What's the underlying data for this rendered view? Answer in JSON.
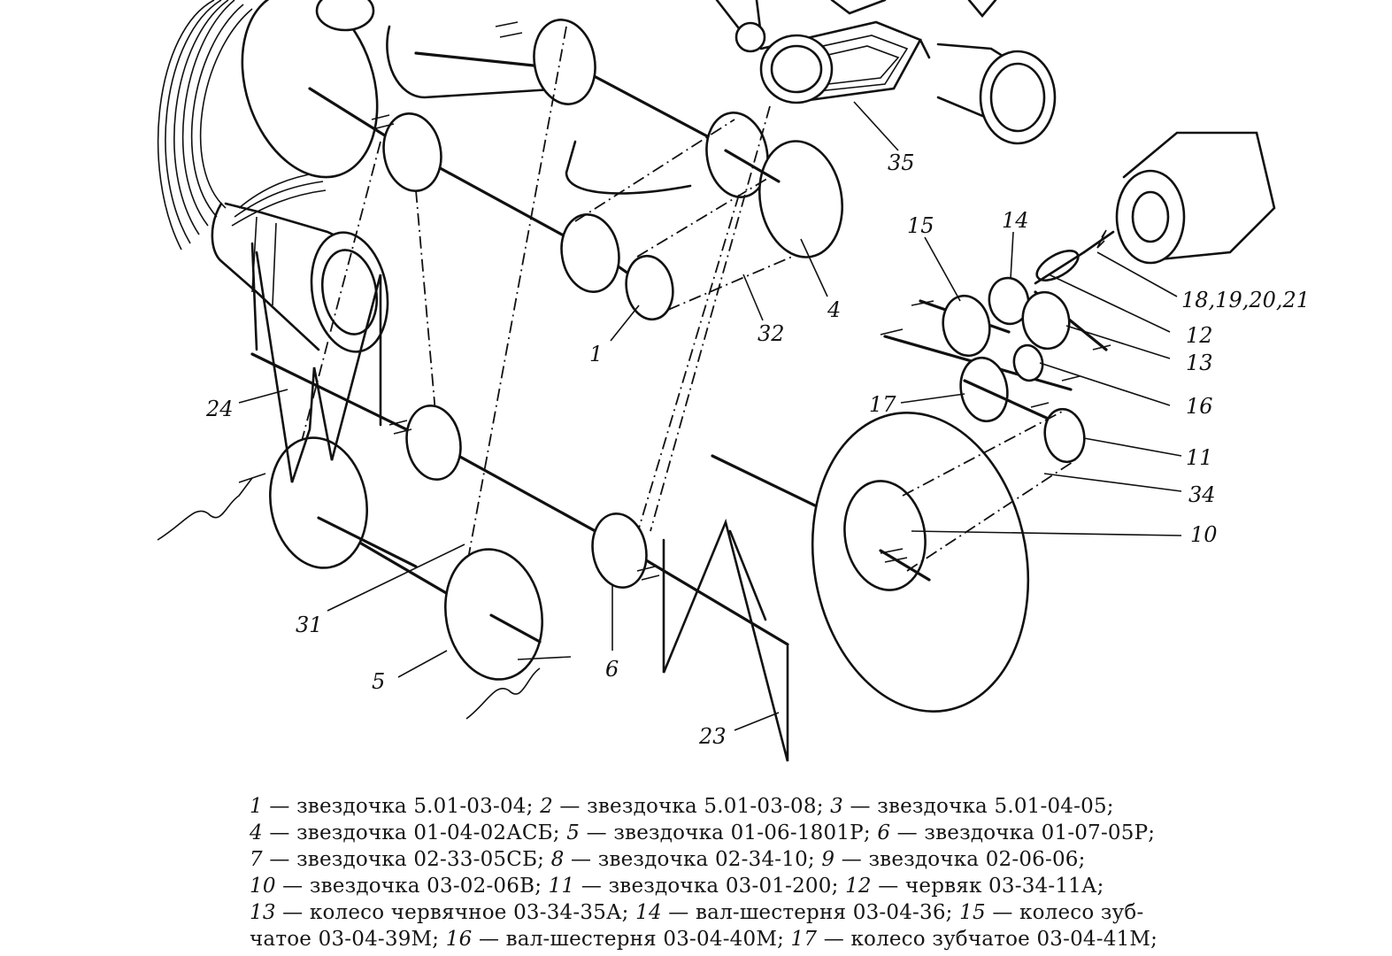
{
  "labels": {
    "l1": "1",
    "l4": "4",
    "l5": "5",
    "l6": "6",
    "l10": "10",
    "l11": "11",
    "l12": "12",
    "l13": "13",
    "l14": "14",
    "l15": "15",
    "l16": "16",
    "l17": "17",
    "l18": "18,19,20,21",
    "l23": "23",
    "l24": "24",
    "l31": "31",
    "l32": "32",
    "l34": "34",
    "l35": "35"
  },
  "legend": {
    "lines": [
      [
        {
          "n": "1",
          "t": " — звездочка 5.01-03-04; "
        },
        {
          "n": "2",
          "t": " — звездочка 5.01-03-08; "
        },
        {
          "n": "3",
          "t": " — звездочка 5.01-04-05;"
        }
      ],
      [
        {
          "n": "4",
          "t": " — звездочка 01-04-02АСБ; "
        },
        {
          "n": "5",
          "t": " — звездочка 01-06-1801Р; "
        },
        {
          "n": "6",
          "t": " — звездочка 01-07-05Р;"
        }
      ],
      [
        {
          "n": "7",
          "t": " — звездочка 02-33-05СБ; "
        },
        {
          "n": "8",
          "t": " — звездочка 02-34-10; "
        },
        {
          "n": "9",
          "t": " — звездочка 02-06-06;"
        }
      ],
      [
        {
          "n": "10",
          "t": " — звездочка 03-02-06В; "
        },
        {
          "n": "11",
          "t": " — звездочка 03-01-200; "
        },
        {
          "n": "12",
          "t": " — червяк 03-34-11А;"
        }
      ],
      [
        {
          "n": "13",
          "t": " — колесо червячное 03-34-35А; "
        },
        {
          "n": "14",
          "t": " — вал-шестерня 03-04-36; "
        },
        {
          "n": "15",
          "t": " — колесо зуб-"
        }
      ],
      [
        {
          "n": "",
          "t": "чатое 03-04-39М; "
        },
        {
          "n": "16",
          "t": " — вал-шестерня 03-04-40М; "
        },
        {
          "n": "17",
          "t": " — колесо зубчатое 03-04-41М;"
        }
      ]
    ]
  }
}
